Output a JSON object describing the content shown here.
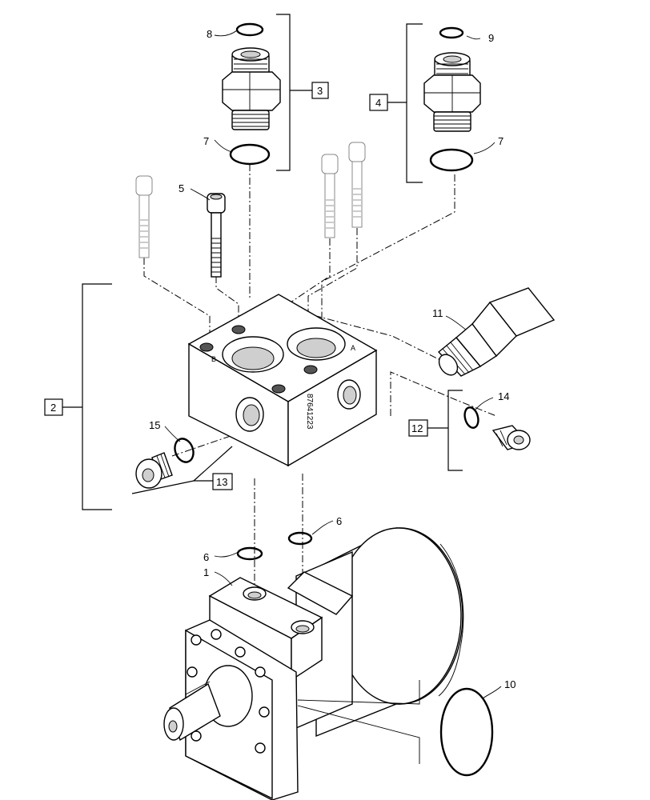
{
  "callouts": {
    "c1": "1",
    "c2": "2",
    "c3": "3",
    "c4": "4",
    "c5": "5",
    "c6a": "6",
    "c6b": "6",
    "c7a": "7",
    "c7b": "7",
    "c8": "8",
    "c9": "9",
    "c10": "10",
    "c11": "11",
    "c12": "12",
    "c13": "13",
    "c14": "14",
    "c15": "15"
  },
  "block_marking": "87641223",
  "port_labels": {
    "a": "A",
    "b": "B"
  }
}
